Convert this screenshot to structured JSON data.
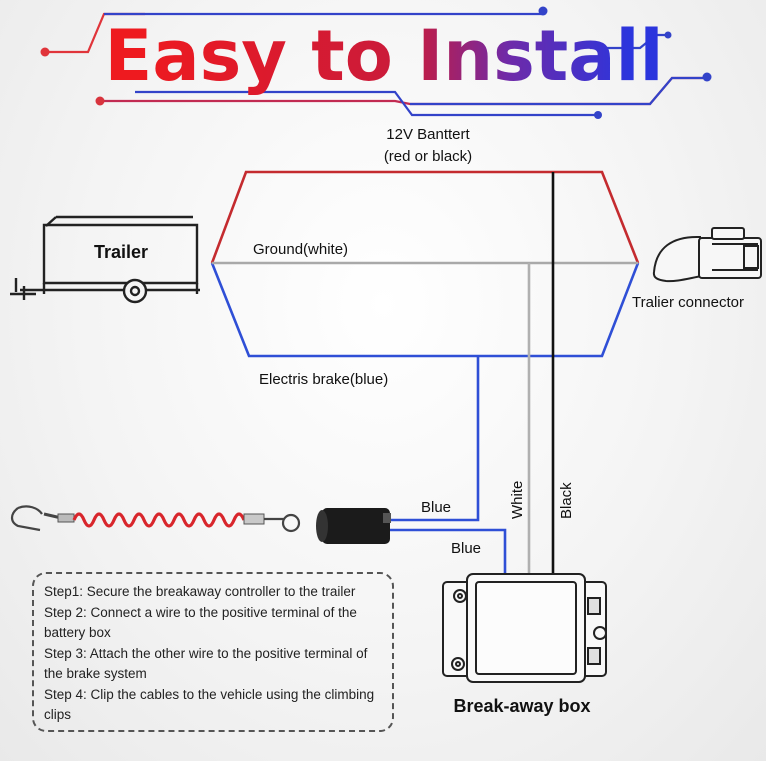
{
  "title": {
    "part1": "Easy to ",
    "part2": "Install"
  },
  "labels": {
    "battery_line1": "12V Banttert",
    "battery_line2": "(red or black)",
    "trailer": "Trailer",
    "ground": "Ground(white)",
    "connector": "Tralier connector",
    "brake": "Electris brake(blue)",
    "blue1": "Blue",
    "blue2": "Blue",
    "white": "White",
    "black": "Black",
    "breakaway_box": "Break-away box"
  },
  "steps": [
    "Step1: Secure the breakaway controller to the trailer",
    "Step 2: Connect a wire to the positive terminal of the battery box",
    "Step 3: Attach the other wire to the positive terminal of the brake system",
    "Step 4: Clip the cables to the vehicle using the climbing clips"
  ],
  "colors": {
    "red_wire": "#c42b2f",
    "blue_wire": "#2f4fd6",
    "white_wire": "#a9a9a9",
    "black_wire": "#111111",
    "title_red": "#e8171f",
    "title_blue": "#2433d6"
  }
}
